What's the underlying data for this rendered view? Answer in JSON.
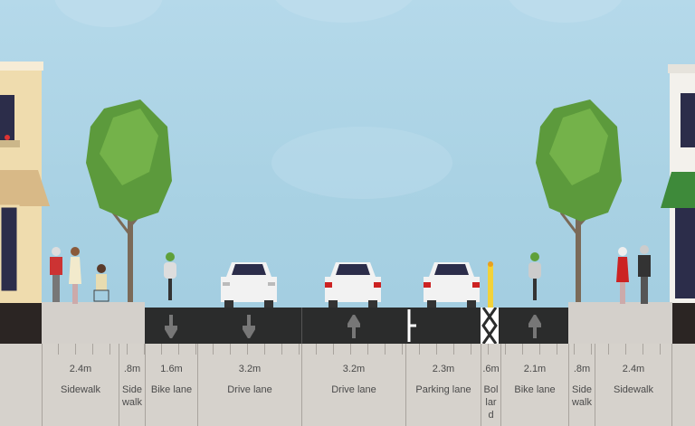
{
  "segments": [
    {
      "width": "2.4m",
      "name": "Sidewalk"
    },
    {
      "width": ".8m",
      "name": "Sidewalk"
    },
    {
      "width": "1.6m",
      "name": "Bike lane",
      "arrow": "down"
    },
    {
      "width": "3.2m",
      "name": "Drive lane",
      "arrow": "down"
    },
    {
      "width": "3.2m",
      "name": "Drive lane",
      "arrow": "up"
    },
    {
      "width": "2.3m",
      "name": "Parking lane"
    },
    {
      "width": ".6m",
      "name": "Bollard"
    },
    {
      "width": "2.1m",
      "name": "Bike lane",
      "arrow": "up"
    },
    {
      "width": ".8m",
      "name": "Sidewalk"
    },
    {
      "width": "2.4m",
      "name": "Sidewalk"
    }
  ],
  "colors": {
    "road": "#2b2c2c",
    "sidewalk": "#d4d0cb",
    "sky": "#a8d1e3",
    "tree": "#5c9a3c"
  }
}
